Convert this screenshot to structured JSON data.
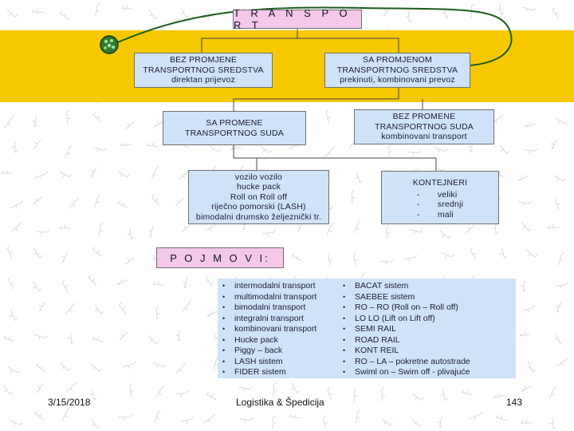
{
  "title": "T R A N S P O R T",
  "colors": {
    "band": "#f5c800",
    "box_fill": "#cfe3f8",
    "title_fill": "#f6c8e8",
    "arc_line": "#1a5c1a"
  },
  "icons": [
    "green-globe-icon"
  ],
  "boxes": {
    "bez_promjene_sredstva": [
      "BEZ PROMJENE",
      "TRANSPORTNOG SREDSTVA",
      "direktan prijevoz"
    ],
    "sa_promjenom_sredstva": [
      "SA PROMJENOM",
      "TRANSPORTNOG SREDSTVA",
      "prekinuti, kombinovani prevoz"
    ],
    "sa_promene_suda": [
      "SA PROMENE",
      "TRANSPORTNOG SUDA"
    ],
    "bez_promene_suda": [
      "BEZ PROMENE",
      "TRANSPORTNOG SUDA",
      "kombinovani transport"
    ],
    "vozilo": [
      "vozilo    vozilo",
      "hucke    pack",
      "Roll on    Roll off",
      "riječno pomorski (LASH)",
      "bimodalni drumsko željeznički tr."
    ],
    "kontejneri": {
      "title": "KONTEJNERI",
      "items": [
        "veliki",
        "srednji",
        "mali"
      ]
    }
  },
  "pojmovi_title": "P O J M O V I:",
  "terms_left": [
    "intermodalni transport",
    "multimodalni transport",
    "bimodalni transport",
    "integralni transport",
    "kombinovani transport",
    "Hucke pack",
    "Piggy – back",
    "LASH sistem",
    "FIDER sistem"
  ],
  "terms_right": [
    "BACAT sistem",
    "SAEBEE sistem",
    "RO – RO (Roll on – Roll off)",
    "LO    LO (Lift on    Lift off)",
    "SEMI RAIL",
    "ROAD RAIL",
    "KONT REIL",
    "RO – LA – pokretne autostrade",
    "Swiml on – Swim off - plivajuće"
  ],
  "footer": {
    "date": "3/15/2018",
    "center": "Logistika & Špedicija",
    "page": "143"
  }
}
